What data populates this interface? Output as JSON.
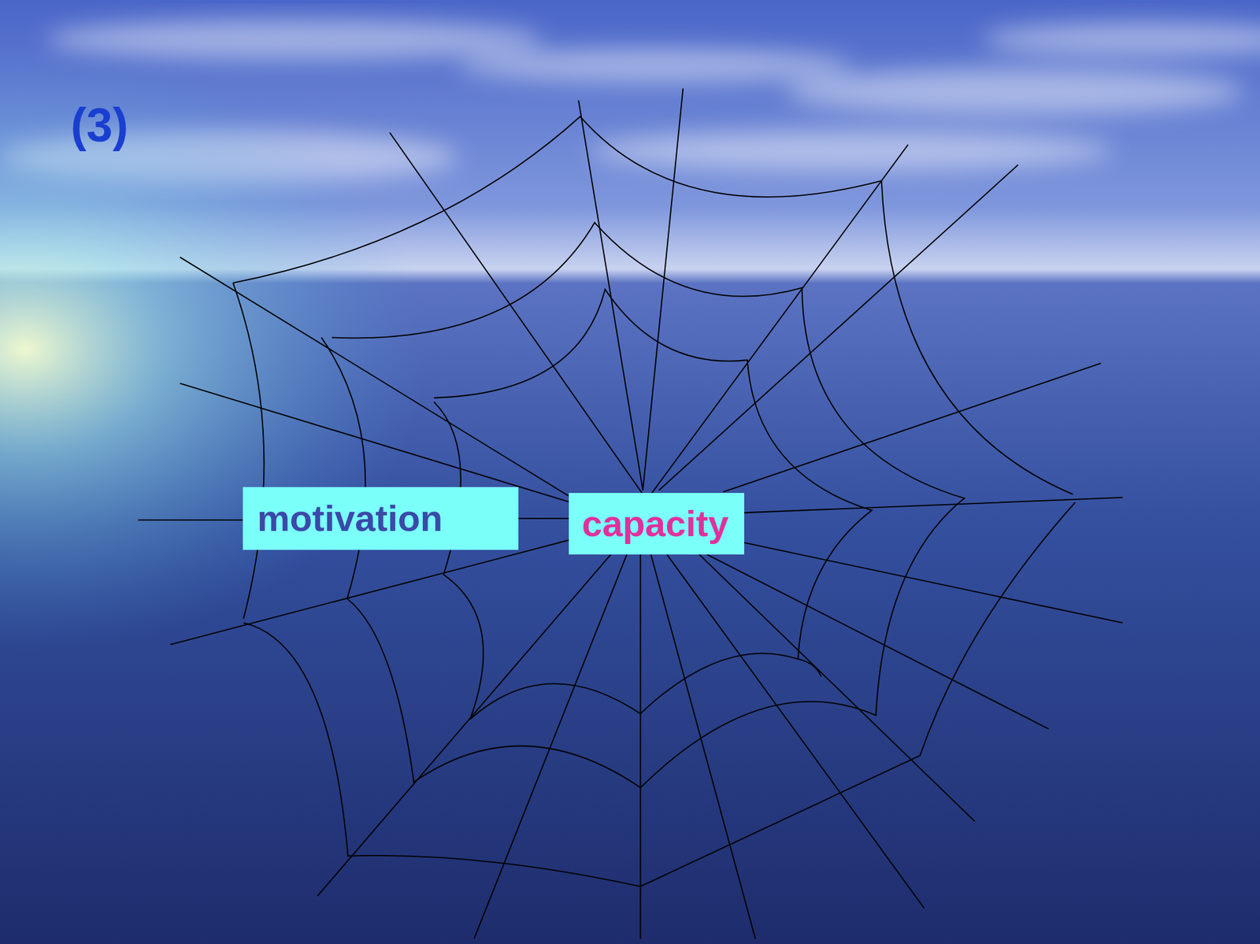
{
  "diagram": {
    "nodes": [
      {
        "text": [
          "motivation"
        ]
      },
      {
        "text": [
          "capacity"
        ]
      }
    ],
    "edges": [
      {
        "from": 0,
        "to": 1,
        "arrow": "none"
      }
    ],
    "labels": [
      "(3)"
    ]
  }
}
